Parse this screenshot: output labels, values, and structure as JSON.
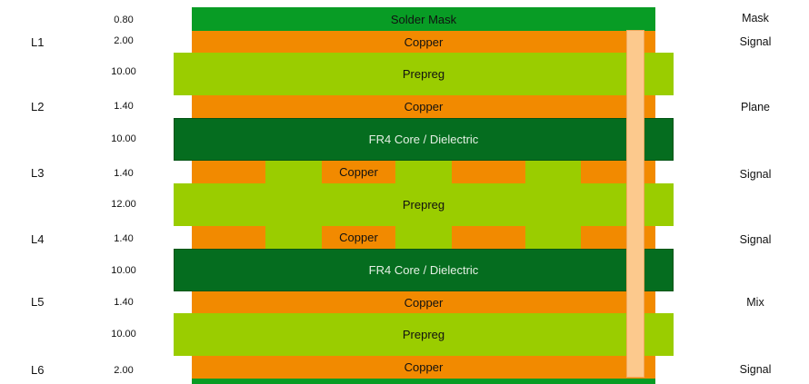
{
  "layers": [
    {
      "name": "",
      "thickness": "0.80",
      "material": "Solder Mask",
      "type": "Mask"
    },
    {
      "name": "L1",
      "thickness": "2.00",
      "material": "Copper",
      "type": "Signal"
    },
    {
      "name": "",
      "thickness": "10.00",
      "material": "Prepreg",
      "type": ""
    },
    {
      "name": "L2",
      "thickness": "1.40",
      "material": "Copper",
      "type": "Plane"
    },
    {
      "name": "",
      "thickness": "10.00",
      "material": "FR4 Core / Dielectric",
      "type": ""
    },
    {
      "name": "L3",
      "thickness": "1.40",
      "material": "Copper",
      "type": "Signal"
    },
    {
      "name": "",
      "thickness": "12.00",
      "material": "Prepreg",
      "type": ""
    },
    {
      "name": "L4",
      "thickness": "1.40",
      "material": "Copper",
      "type": "Signal"
    },
    {
      "name": "",
      "thickness": "10.00",
      "material": "FR4 Core / Dielectric",
      "type": ""
    },
    {
      "name": "L5",
      "thickness": "1.40",
      "material": "Copper",
      "type": "Mix"
    },
    {
      "name": "",
      "thickness": "10.00",
      "material": "Prepreg",
      "type": ""
    },
    {
      "name": "L6",
      "thickness": "2.00",
      "material": "Copper",
      "type": "Signal"
    }
  ],
  "colors": {
    "solder_mask": "#089c25",
    "copper": "#f28a00",
    "prepreg": "#9acd00",
    "core": "#056d1f",
    "via": "#fcc98d"
  }
}
